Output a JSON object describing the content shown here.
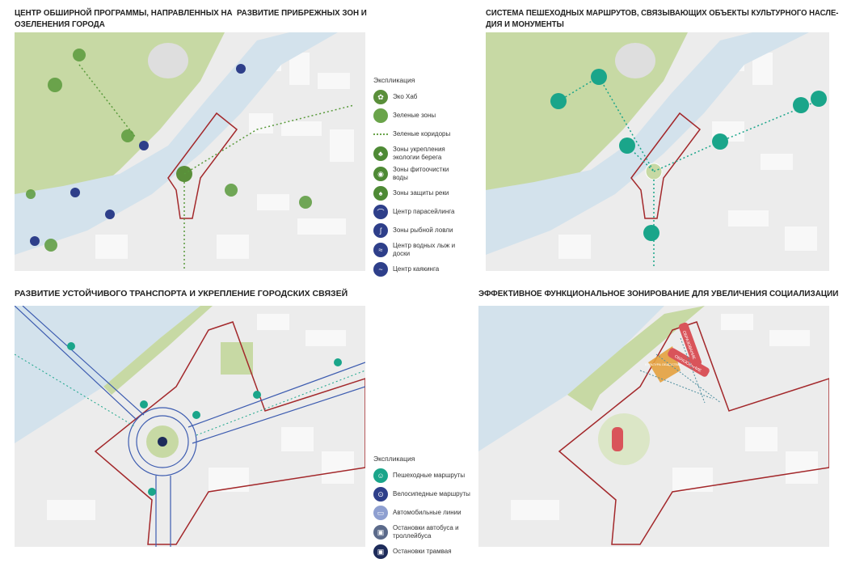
{
  "panels": [
    {
      "title": "ЦЕНТР ОБШИРНОЙ ПРОГРАММЫ, НАПРАВЛЕННЫХ НА  РАЗВИТИЕ ПРИБРЕЖНЫХ ЗОН И\nОЗЕЛЕНЕНИЯ ГОРОДА"
    },
    {
      "title": "СИСТЕМА ПЕШЕХОДНЫХ МАРШРУТОВ, СВЯЗЫВАЮЩИХ ОБЪЕКТЫ КУЛЬТУРНОГО НАСЛЕ-\nДИЯ И МОНУМЕНТЫ"
    },
    {
      "title": "РАЗВИТИЕ УСТОЙЧИВОГО ТРАНСПОРТА И УКРЕПЛЕНИЕ ГОРОДСКИХ СВЯЗЕЙ"
    },
    {
      "title": "ЭФФЕКТИВНОЕ ФУНКЦИОНАЛЬНОЕ ЗОНИРОВАНИЕ ДЛЯ УВЕЛИЧЕНИЯ СОЦИАЛИЗАЦИИ"
    }
  ],
  "legend1": {
    "heading": "Экспликация",
    "items": [
      {
        "label": "Эко Хаб",
        "icon": "eco-hub-icon",
        "color": "#5a8f3a"
      },
      {
        "label": "Зеленые зоны",
        "icon": "green-zone-icon",
        "color": "#6aa44a"
      },
      {
        "label": "Зеленые коридоры",
        "icon": "green-corridor-icon",
        "color": "#6aa44a"
      },
      {
        "label": "Зоны укрепления\nэкологии берега",
        "icon": "tree-icon",
        "color": "#4e8a35"
      },
      {
        "label": "Зоны фитоочистки\nводы",
        "icon": "water-drop-icon",
        "color": "#4e8a35"
      },
      {
        "label": "Зоны защиты реки",
        "icon": "hands-plant-icon",
        "color": "#4e8a35"
      },
      {
        "label": "Центр парасейлинга",
        "icon": "parasailing-icon",
        "color": "#2e3f8a"
      },
      {
        "label": "Зоны рыбной ловли",
        "icon": "fishing-icon",
        "color": "#2e3f8a"
      },
      {
        "label": "Центр водных лыж и\nдоски",
        "icon": "waterski-icon",
        "color": "#2e3f8a"
      },
      {
        "label": "Центр каякинга",
        "icon": "kayak-icon",
        "color": "#2e3f8a"
      }
    ]
  },
  "legend3": {
    "heading": "Экспликация",
    "items": [
      {
        "label": "Пешеходные маршруты",
        "icon": "pedestrian-icon",
        "color": "#1aa58a"
      },
      {
        "label": "Велосипедные маршруты",
        "icon": "bicycle-icon",
        "color": "#2e3f8a"
      },
      {
        "label": "Автомобильные линии",
        "icon": "car-icon",
        "color": "#8e9fd0"
      },
      {
        "label": "Остановки автобуса и\nтроллейбуса",
        "icon": "bus-icon",
        "color": "#5b6a8a"
      },
      {
        "label": "Остановки трамвая",
        "icon": "tram-icon",
        "color": "#1d2b5a"
      }
    ]
  },
  "zoning_labels": [
    "ОБРАЗОВАНИЕ",
    "ОБРАЗОВАНИЕ",
    "КУЛЬТУРА ОБЩЕСТВО"
  ],
  "colors": {
    "water": "#d3e2ec",
    "green": "#c7d9a4",
    "boundary": "#a3282b",
    "building": "#f9f9f9"
  }
}
